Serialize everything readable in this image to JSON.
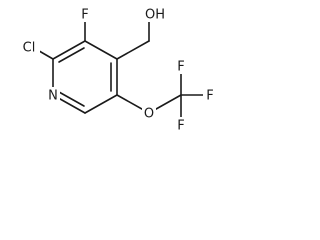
{
  "molecule": {
    "atoms": {
      "n": "N",
      "cl": "Cl",
      "f_ring": "F",
      "oh": "OH",
      "o_ether": "O",
      "f_cf3_top": "F",
      "f_cf3_right": "F",
      "f_cf3_bottom": "F"
    }
  }
}
